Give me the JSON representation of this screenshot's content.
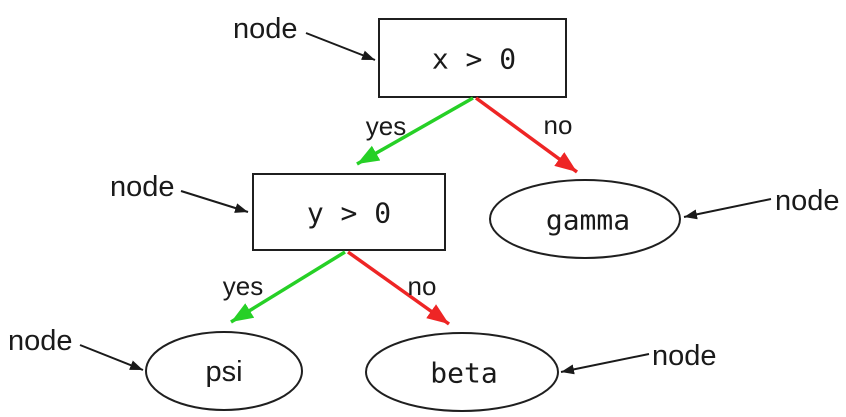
{
  "colors": {
    "green": "#26d026",
    "red": "#ee2525",
    "outline": "#1f1f1f",
    "text": "#1a1a1a",
    "background": "#ffffff"
  },
  "diagram": {
    "annotation_label": "node",
    "nodes": {
      "root": {
        "label": "x > 0",
        "shape": "rectangle"
      },
      "branch": {
        "label": "y > 0",
        "shape": "rectangle"
      },
      "gamma": {
        "label": "gamma",
        "shape": "ellipse"
      },
      "psi": {
        "label": "psi",
        "shape": "ellipse"
      },
      "beta": {
        "label": "beta",
        "shape": "ellipse"
      }
    },
    "edges": [
      {
        "from": "x > 0",
        "to": "y > 0",
        "label": "yes",
        "color": "green"
      },
      {
        "from": "x > 0",
        "to": "gamma",
        "label": "no",
        "color": "red"
      },
      {
        "from": "y > 0",
        "to": "psi",
        "label": "yes",
        "color": "green"
      },
      {
        "from": "y > 0",
        "to": "beta",
        "label": "no",
        "color": "red"
      }
    ]
  }
}
